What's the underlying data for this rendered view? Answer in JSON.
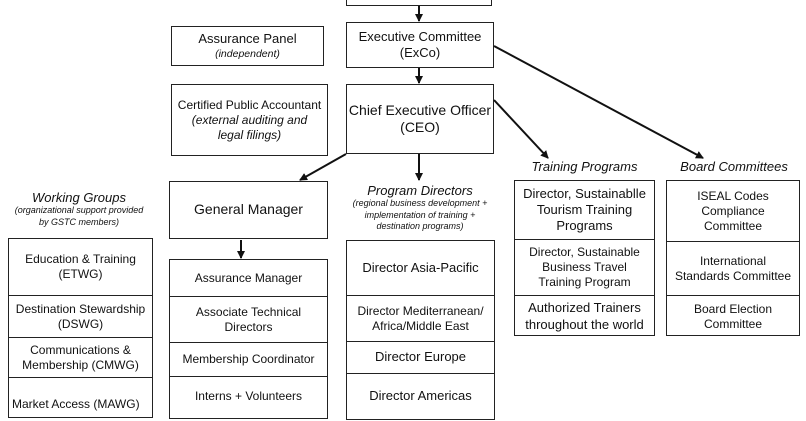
{
  "assurance_panel": {
    "title": "Assurance Panel",
    "subtitle": "(independent)"
  },
  "exco": {
    "line1": "Executive Committee",
    "line2": "(ExCo)"
  },
  "cpa": {
    "title": "Certified Public Accountant",
    "sub1": "(external auditing and",
    "sub2": "legal filings)"
  },
  "ceo": {
    "line1": "Chief Executive Officer",
    "line2": "(CEO)"
  },
  "general_manager": {
    "title": "General Manager"
  },
  "working_groups": {
    "title": "Working Groups",
    "subtitle1": "(organizational support provided",
    "subtitle2": "by GSTC members)",
    "items": [
      {
        "l1": "Education & Training",
        "l2": "(ETWG)"
      },
      {
        "l1": "Destination Stewardship",
        "l2": "(DSWG)"
      },
      {
        "l1": "Communications &",
        "l2": "Membership (CMWG)"
      },
      {
        "l1": "Market Access  (MAWG)",
        "l2": ""
      }
    ]
  },
  "staff": {
    "items": [
      {
        "l1": "Assurance Manager",
        "l2": ""
      },
      {
        "l1": "Associate Technical",
        "l2": "Directors"
      },
      {
        "l1": "Membership Coordinator",
        "l2": ""
      },
      {
        "l1": "Interns + Volunteers",
        "l2": ""
      }
    ]
  },
  "program_directors": {
    "title": "Program Directors",
    "subtitle1": "(regional business development +",
    "subtitle2": "implementation of training +",
    "subtitle3": "destination programs)",
    "items": [
      {
        "l1": "Director Asia-Pacific",
        "l2": ""
      },
      {
        "l1": "Director Mediterranean/",
        "l2": "Africa/Middle East"
      },
      {
        "l1": "Director Europe",
        "l2": ""
      },
      {
        "l1": "Director Americas",
        "l2": ""
      }
    ]
  },
  "training_programs": {
    "title": "Training Programs",
    "items": [
      {
        "l1": "Director, Sustainablle",
        "l2": "Tourism Training",
        "l3": "Programs"
      },
      {
        "l1": "Director, Sustainable",
        "l2": "Business Travel",
        "l3": "Training Program"
      },
      {
        "l1": "Authorized Trainers",
        "l2": "throughout the world",
        "l3": ""
      }
    ]
  },
  "board_committees": {
    "title": "Board Committees",
    "items": [
      {
        "l1": "ISEAL Codes",
        "l2": "Compliance",
        "l3": "Committee"
      },
      {
        "l1": "International",
        "l2": "Standards Committee",
        "l3": ""
      },
      {
        "l1": "Board Election",
        "l2": "Committee",
        "l3": ""
      }
    ]
  }
}
